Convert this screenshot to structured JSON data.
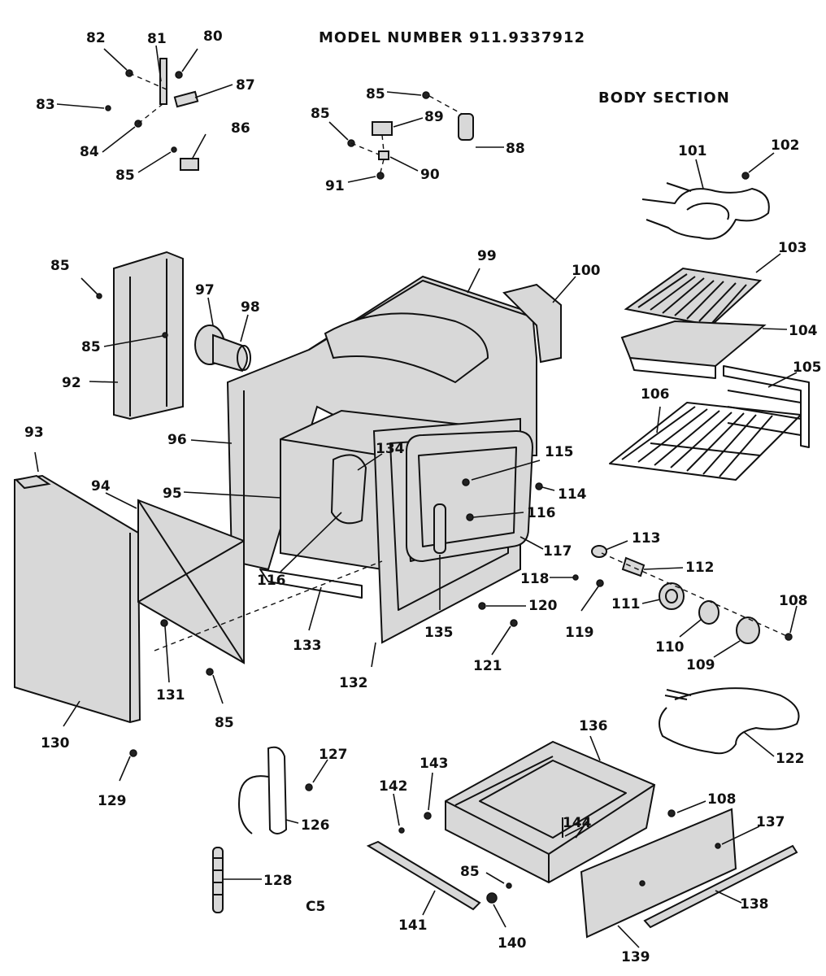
{
  "header": {
    "model_number": "MODEL NUMBER 911.9337912",
    "section_title": "BODY SECTION",
    "page_code": "C5"
  },
  "callouts": [
    {
      "id": "c80",
      "label": "80"
    },
    {
      "id": "c81",
      "label": "81"
    },
    {
      "id": "c82",
      "label": "82"
    },
    {
      "id": "c83",
      "label": "83"
    },
    {
      "id": "c84",
      "label": "84"
    },
    {
      "id": "c85a",
      "label": "85"
    },
    {
      "id": "c86",
      "label": "86"
    },
    {
      "id": "c87",
      "label": "87"
    },
    {
      "id": "c85b",
      "label": "85"
    },
    {
      "id": "c85c",
      "label": "85"
    },
    {
      "id": "c88",
      "label": "88"
    },
    {
      "id": "c89",
      "label": "89"
    },
    {
      "id": "c90",
      "label": "90"
    },
    {
      "id": "c91",
      "label": "91"
    },
    {
      "id": "c101",
      "label": "101"
    },
    {
      "id": "c102",
      "label": "102"
    },
    {
      "id": "c103",
      "label": "103"
    },
    {
      "id": "c104",
      "label": "104"
    },
    {
      "id": "c105",
      "label": "105"
    },
    {
      "id": "c106",
      "label": "106"
    },
    {
      "id": "c85d",
      "label": "85"
    },
    {
      "id": "c85e",
      "label": "85"
    },
    {
      "id": "c92",
      "label": "92"
    },
    {
      "id": "c97",
      "label": "97"
    },
    {
      "id": "c98",
      "label": "98"
    },
    {
      "id": "c99",
      "label": "99"
    },
    {
      "id": "c100",
      "label": "100"
    },
    {
      "id": "c96",
      "label": "96"
    },
    {
      "id": "c93",
      "label": "93"
    },
    {
      "id": "c94",
      "label": "94"
    },
    {
      "id": "c95",
      "label": "95"
    },
    {
      "id": "c134",
      "label": "134"
    },
    {
      "id": "c115",
      "label": "115"
    },
    {
      "id": "c114",
      "label": "114"
    },
    {
      "id": "c116a",
      "label": "116"
    },
    {
      "id": "c116b",
      "label": "116"
    },
    {
      "id": "c117",
      "label": "117"
    },
    {
      "id": "c113",
      "label": "113"
    },
    {
      "id": "c112",
      "label": "112"
    },
    {
      "id": "c118",
      "label": "118"
    },
    {
      "id": "c119",
      "label": "119"
    },
    {
      "id": "c120",
      "label": "120"
    },
    {
      "id": "c121",
      "label": "121"
    },
    {
      "id": "c111",
      "label": "111"
    },
    {
      "id": "c110",
      "label": "110"
    },
    {
      "id": "c109",
      "label": "109"
    },
    {
      "id": "c108a",
      "label": "108"
    },
    {
      "id": "c135",
      "label": "135"
    },
    {
      "id": "c133",
      "label": "133"
    },
    {
      "id": "c132",
      "label": "132"
    },
    {
      "id": "c131",
      "label": "131"
    },
    {
      "id": "c85f",
      "label": "85"
    },
    {
      "id": "c130",
      "label": "130"
    },
    {
      "id": "c129",
      "label": "129"
    },
    {
      "id": "c127",
      "label": "127"
    },
    {
      "id": "c126",
      "label": "126"
    },
    {
      "id": "c128",
      "label": "128"
    },
    {
      "id": "c136",
      "label": "136"
    },
    {
      "id": "c122",
      "label": "122"
    },
    {
      "id": "c143",
      "label": "143"
    },
    {
      "id": "c142",
      "label": "142"
    },
    {
      "id": "c144",
      "label": "144"
    },
    {
      "id": "c108b",
      "label": "108"
    },
    {
      "id": "c137",
      "label": "137"
    },
    {
      "id": "c85g",
      "label": "85"
    },
    {
      "id": "c141",
      "label": "141"
    },
    {
      "id": "c140",
      "label": "140"
    },
    {
      "id": "c138",
      "label": "138"
    },
    {
      "id": "c139",
      "label": "139"
    }
  ]
}
